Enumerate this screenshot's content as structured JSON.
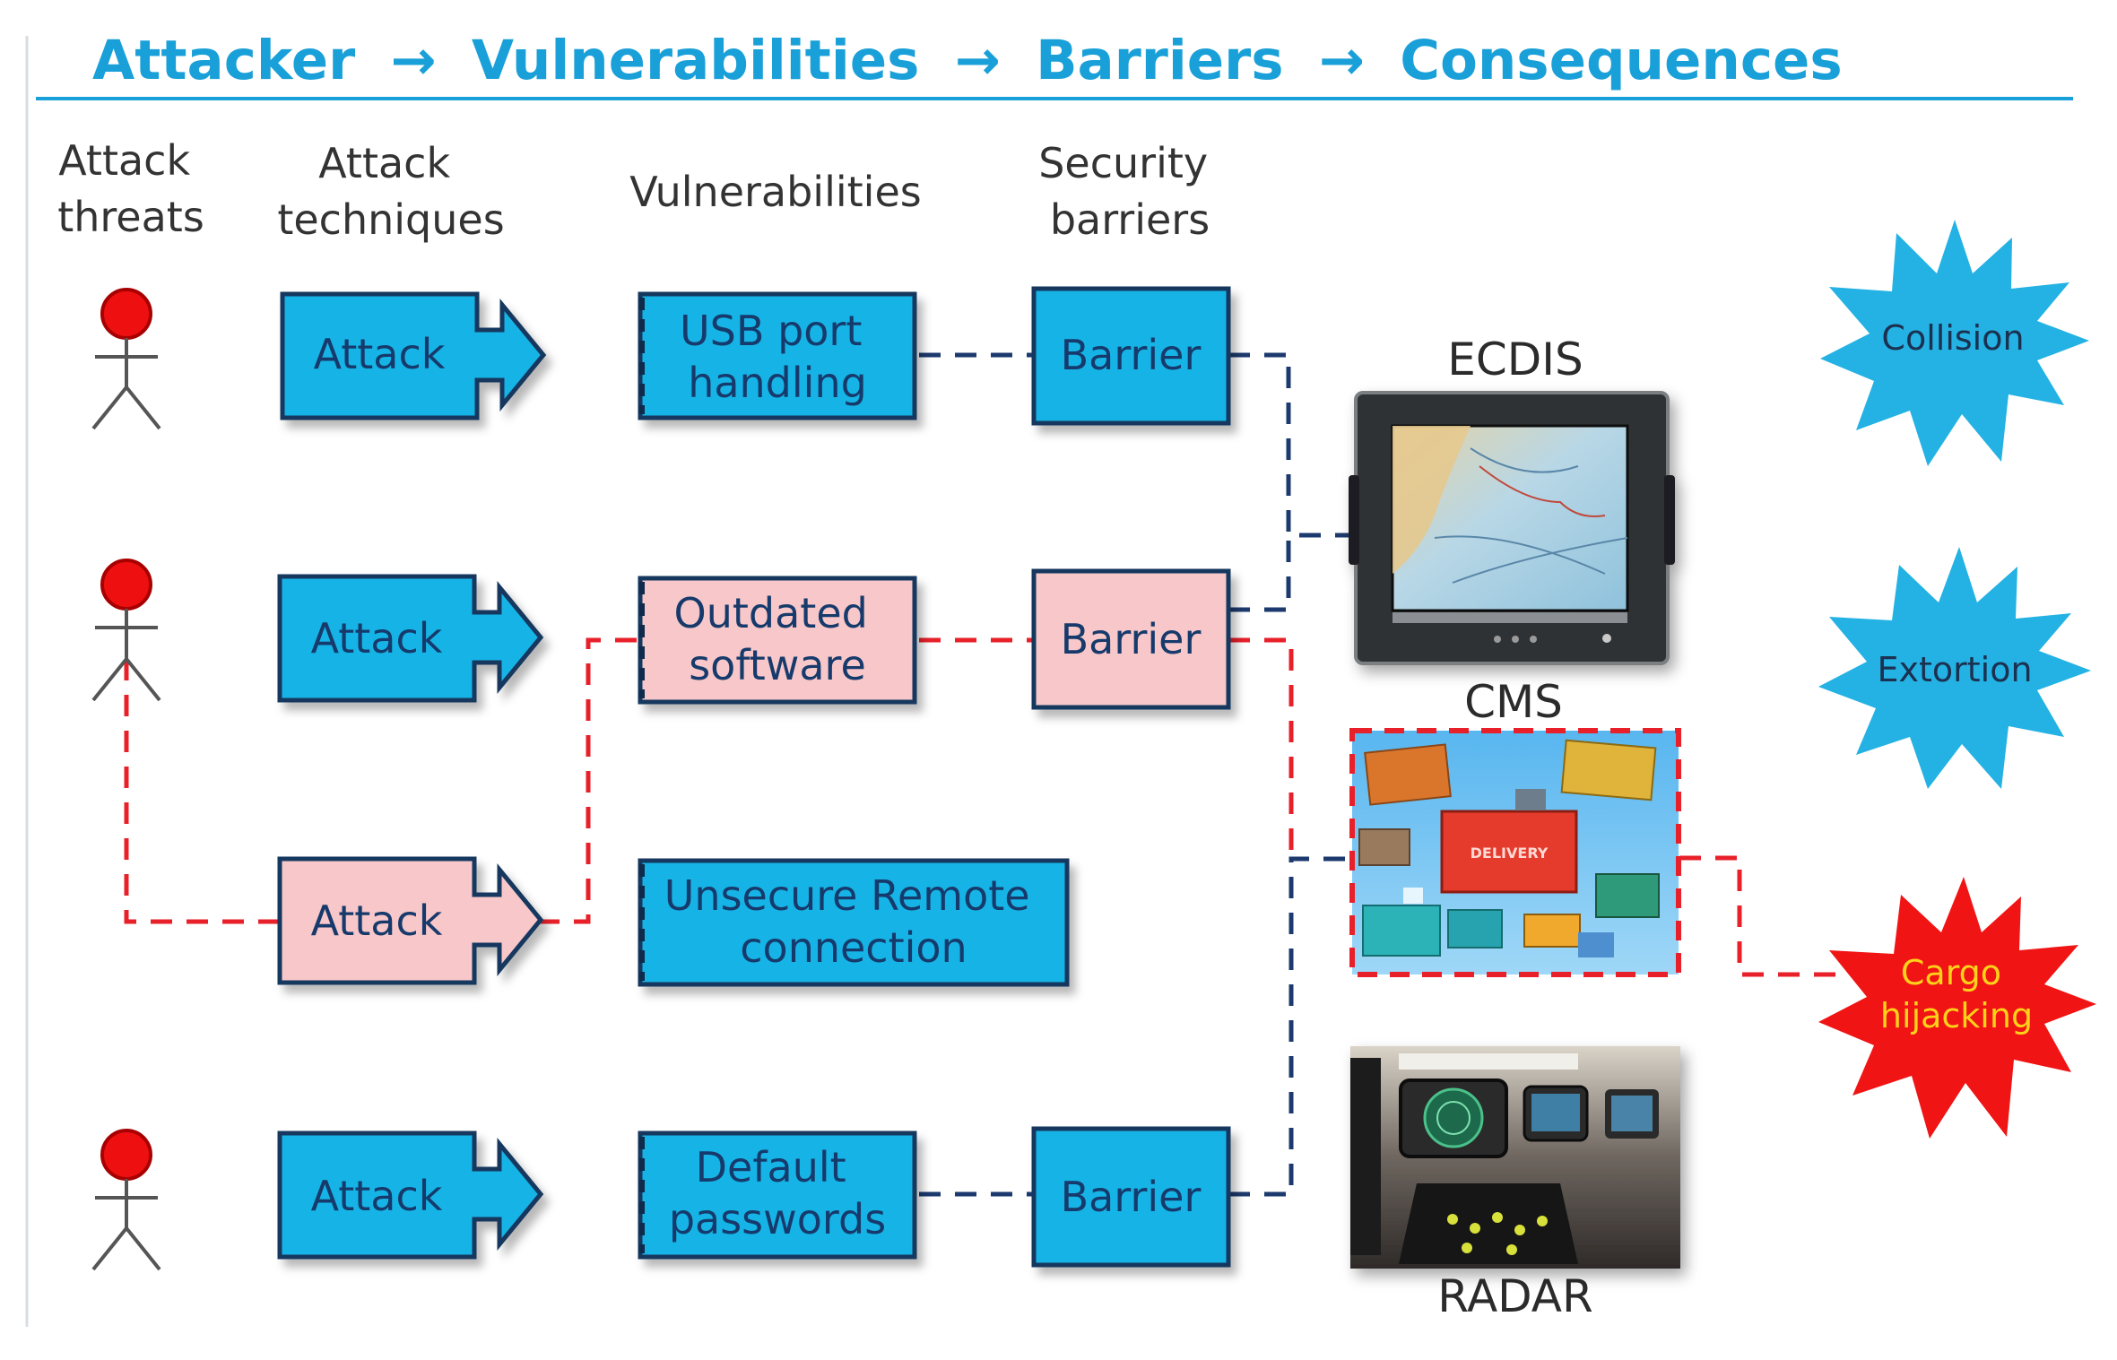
{
  "title": {
    "part1": "Attacker",
    "part2": "Vulnerabilities",
    "part3": "Barriers",
    "part4": "Consequences",
    "arrow": "→"
  },
  "headers": {
    "threats": [
      "Attack",
      "threats"
    ],
    "techniques": [
      "Attack",
      "techniques"
    ],
    "vulnerabilities": "Vulnerabilities",
    "barriers": [
      "Security",
      "barriers"
    ]
  },
  "attacks": [
    "Attack",
    "Attack",
    "Attack",
    "Attack"
  ],
  "vulnerabilities": {
    "usb": [
      "USB port",
      "handling"
    ],
    "outdated": [
      "Outdated",
      "software"
    ],
    "remote": [
      "Unsecure Remote",
      "connection"
    ],
    "passwords": [
      "Default",
      "passwords"
    ]
  },
  "barriers": [
    "Barrier",
    "Barrier",
    "Barrier"
  ],
  "devices": {
    "ecdis": "ECDIS",
    "cms": "CMS",
    "radar": "RADAR"
  },
  "cms_container_label": "DELIVERY",
  "consequences": {
    "collision": "Collision",
    "extortion": "Extortion",
    "cargo": [
      "Cargo",
      "hijacking"
    ]
  },
  "colors": {
    "blue_box": "#19b4e6",
    "pink_box": "#f7c7c9",
    "box_border": "#17385e",
    "title": "#1aa0d8",
    "dash_blue": "#1c3a6e",
    "dash_red": "#e8202a",
    "person_head": "#ee1010",
    "burst_blue": "#23b2e3",
    "burst_red": "#f01414"
  },
  "icons": [
    "person-icon",
    "arrow-right-icon",
    "starburst-icon"
  ]
}
